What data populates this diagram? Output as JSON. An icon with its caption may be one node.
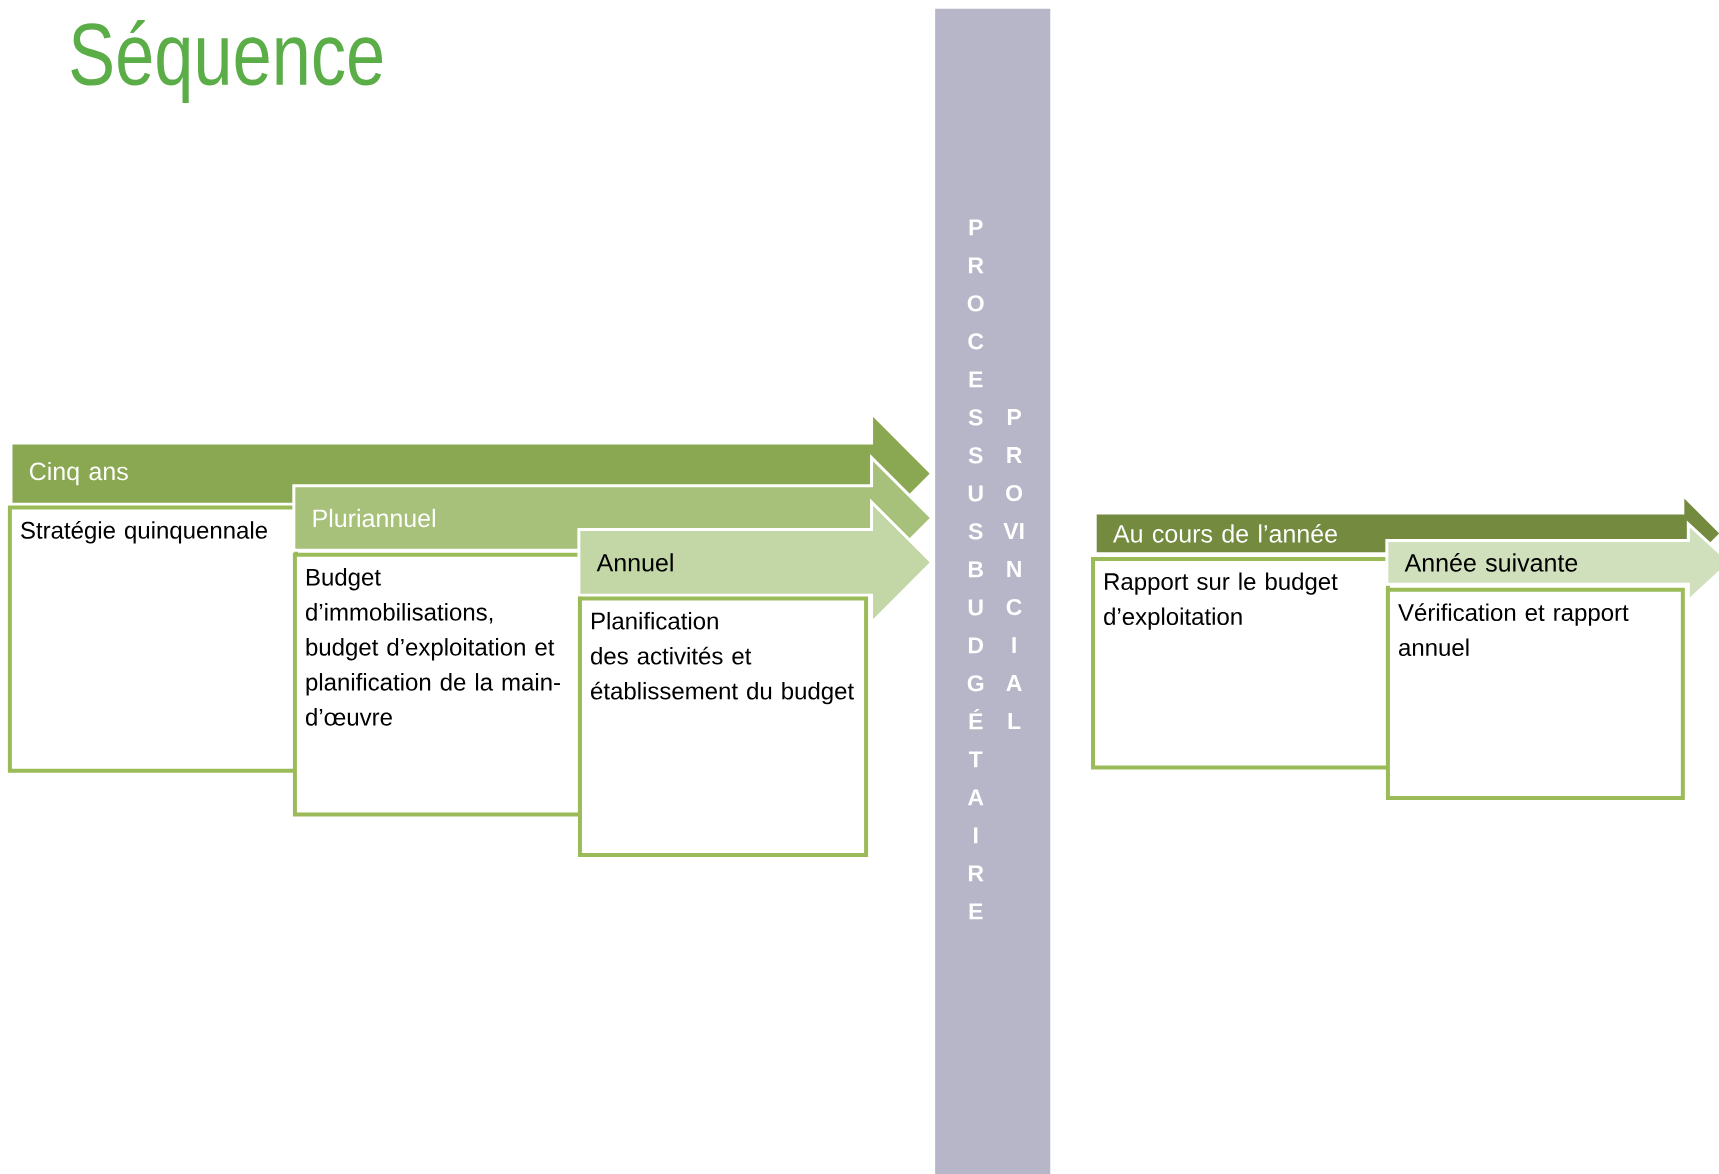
{
  "diagram": {
    "title": "Séquence",
    "nodes": [
      {
        "text": [
          "Cinq ans"
        ]
      },
      {
        "text": [
          "Stratégie quinquennale"
        ]
      },
      {
        "text": [
          "Pluriannuel"
        ]
      },
      {
        "text": [
          "Budget d’immobilisations, budget d’exploitation et planification de la main-d’œuvre"
        ]
      },
      {
        "text": [
          "Annuel"
        ]
      },
      {
        "text": [
          "Planification des activités et établissement du budget"
        ]
      },
      {
        "text": [
          "PROCESSUS BUDGÉTAIRE",
          "PROVINCIAL"
        ]
      },
      {
        "text": [
          "Au cours de l’année"
        ]
      },
      {
        "text": [
          "Rapport sur le budget d’exploitation"
        ]
      },
      {
        "text": [
          "Année suivante"
        ]
      },
      {
        "text": [
          "Vérification et rapport annuel"
        ]
      }
    ]
  }
}
